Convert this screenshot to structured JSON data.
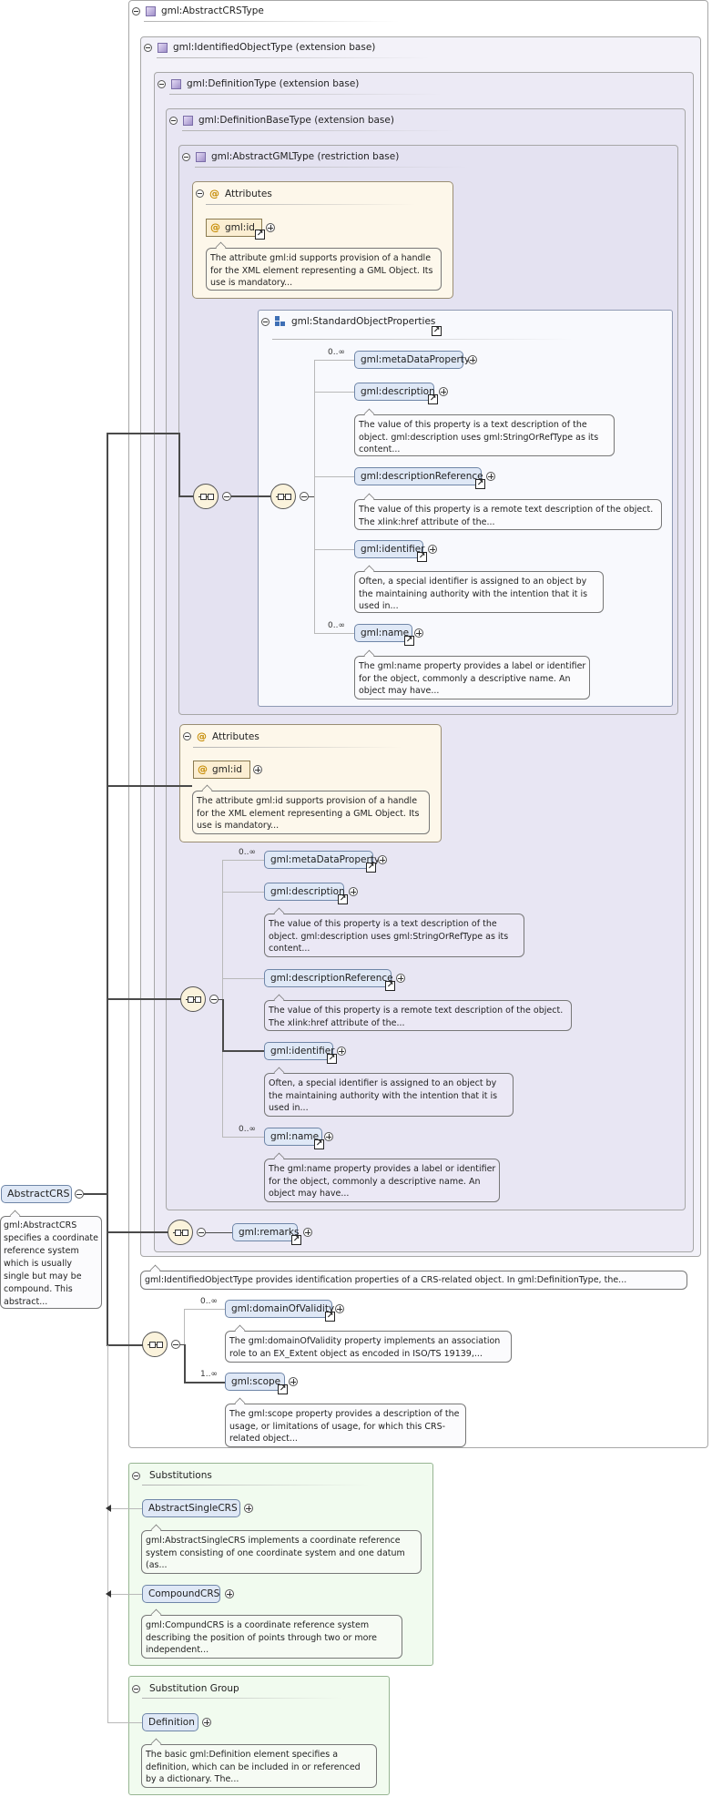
{
  "root": {
    "label": "AbstractCRS",
    "doc": "gml:AbstractCRS specifies a coordinate reference system which is usually single but may be compound. This abstract..."
  },
  "type": {
    "title": "gml:AbstractCRSType",
    "identified": "gml:IdentifiedObjectType (extension base)",
    "definition": "gml:DefinitionType (extension base)",
    "definition_base": "gml:DefinitionBaseType (extension base)",
    "abstract_gml": "gml:AbstractGMLType (restriction base)",
    "identified_doc": "gml:IdentifiedObjectType provides identification properties of a CRS-related object. In gml:DefinitionType, the..."
  },
  "attributes": {
    "label": "Attributes",
    "id_label": "gml:id",
    "id_doc": "The attribute gml:id supports provision of a handle for the XML element representing a GML Object. Its use is mandatory..."
  },
  "group": {
    "title": "gml:StandardObjectProperties"
  },
  "elements": {
    "metadata": "gml:metaDataProperty",
    "description": "gml:description",
    "description_doc": "The value of this property is a text description of the object. gml:description uses gml:StringOrRefType as its content...",
    "description_ref": "gml:descriptionReference",
    "description_ref_doc": "The value of this property is a remote text description of the object. The xlink:href attribute of the...",
    "identifier": "gml:identifier",
    "identifier_doc": "Often, a special identifier is assigned to an object by the maintaining authority with the intention that it is used in...",
    "name": "gml:name",
    "name_doc": "The gml:name property provides a label or identifier for the object, commonly a descriptive name. An object may have...",
    "remarks": "gml:remarks",
    "domain": "gml:domainOfValidity",
    "domain_doc": "The gml:domainOfValidity property implements an association role to an EX_Extent object as encoded in ISO/TS 19139,...",
    "scope": "gml:scope",
    "scope_doc": "The gml:scope property provides a description of the usage, or limitations of usage, for which this CRS-related object..."
  },
  "cardinality": {
    "zero_many": "0..∞",
    "one_many": "1..∞"
  },
  "substitutions": {
    "title": "Substitutions",
    "single": "AbstractSingleCRS",
    "single_doc": "gml:AbstractSingleCRS implements a coordinate reference system consisting of one coordinate system and one datum (as...",
    "compound": "CompoundCRS",
    "compound_doc": "gml:CompundCRS is a coordinate reference system describing the position of points through two or more independent..."
  },
  "substitution_group": {
    "title": "Substitution Group",
    "definition": "Definition",
    "definition_doc": "The basic gml:Definition element specifies a definition, which can be included in or referenced by a dictionary. The..."
  },
  "icons": {
    "toggle": "collapse-toggle-icon",
    "type": "complex-type-icon",
    "attribute": "attribute-at-icon",
    "group": "group-icon",
    "reference": "reference-arrow-icon",
    "expand": "expand-plus-icon",
    "sequence": "sequence-compositor-icon"
  },
  "colors": {
    "element_fill": "#dfe8f6",
    "attribute_panel": "#fdf7ea",
    "substitution_panel": "#f1fbef",
    "type_panel": "#eceaf5"
  }
}
